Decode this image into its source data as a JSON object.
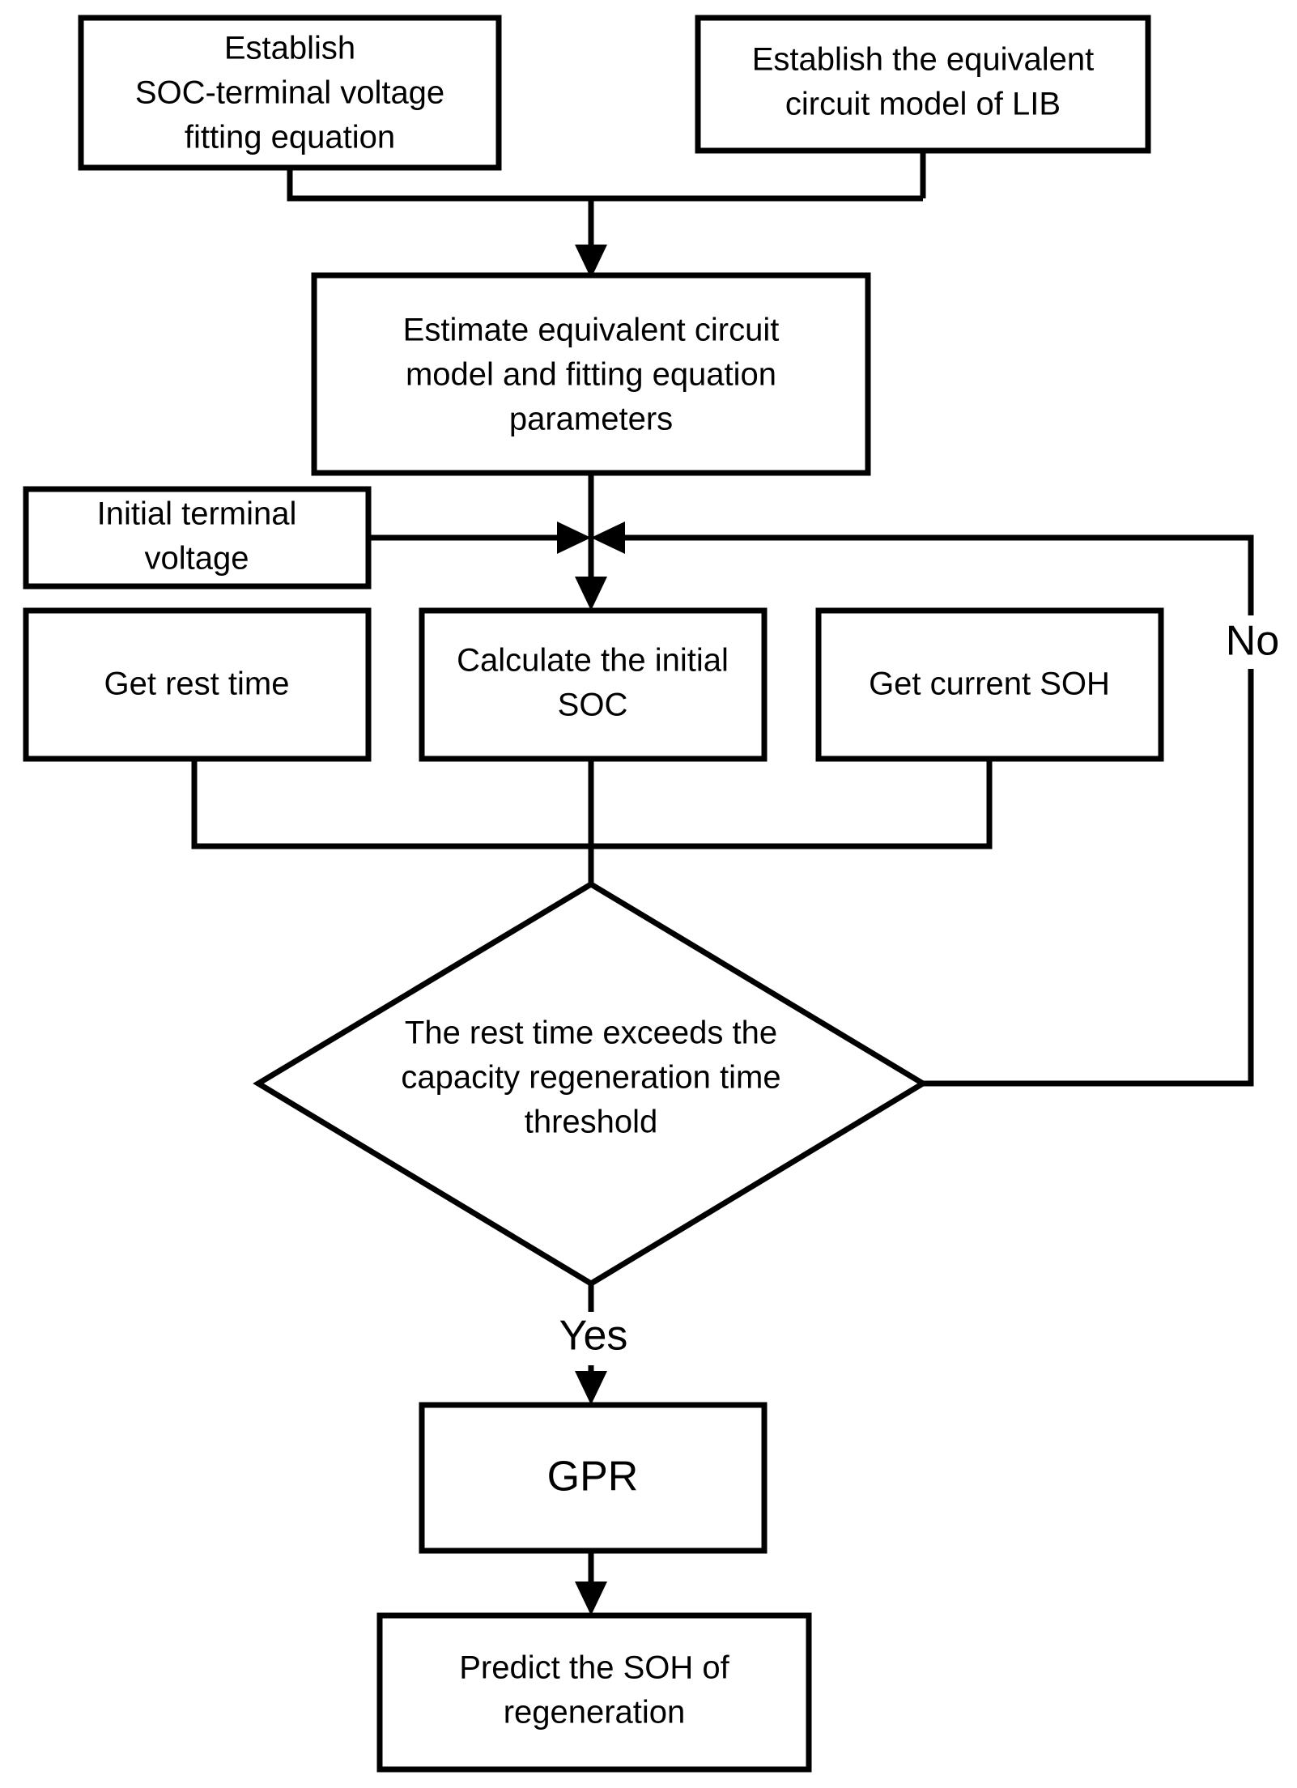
{
  "diagram": {
    "type": "flowchart",
    "title": "",
    "background_color": "#ffffff",
    "line_color": "#000000",
    "node_fill": "#ffffff",
    "nodes": [
      {
        "id": "establish-fitting-equation",
        "shape": "rectangle",
        "lines": [
          "Establish",
          "SOC-terminal voltage",
          "fitting equation"
        ]
      },
      {
        "id": "establish-ecm",
        "shape": "rectangle",
        "lines": [
          "Establish the equivalent",
          "circuit model of LIB"
        ]
      },
      {
        "id": "estimate-parameters",
        "shape": "rectangle",
        "lines": [
          "Estimate equivalent circuit",
          "model and fitting equation",
          "parameters"
        ]
      },
      {
        "id": "initial-terminal-voltage",
        "shape": "rectangle",
        "lines": [
          "Initial terminal",
          "voltage"
        ]
      },
      {
        "id": "get-rest-time",
        "shape": "rectangle",
        "lines": [
          "Get rest time"
        ]
      },
      {
        "id": "calculate-initial-soc",
        "shape": "rectangle",
        "lines": [
          "Calculate the initial",
          "SOC"
        ]
      },
      {
        "id": "get-current-soh",
        "shape": "rectangle",
        "lines": [
          "Get current SOH"
        ]
      },
      {
        "id": "rest-time-decision",
        "shape": "diamond",
        "lines": [
          "The rest time exceeds the",
          "capacity regeneration time",
          "threshold"
        ]
      },
      {
        "id": "gpr",
        "shape": "rectangle",
        "lines": [
          "GPR"
        ]
      },
      {
        "id": "predict-soh",
        "shape": "rectangle",
        "lines": [
          "Predict the SOH of",
          "regeneration"
        ]
      }
    ],
    "edge_labels": {
      "decision_no": "No",
      "decision_yes": "Yes"
    }
  }
}
